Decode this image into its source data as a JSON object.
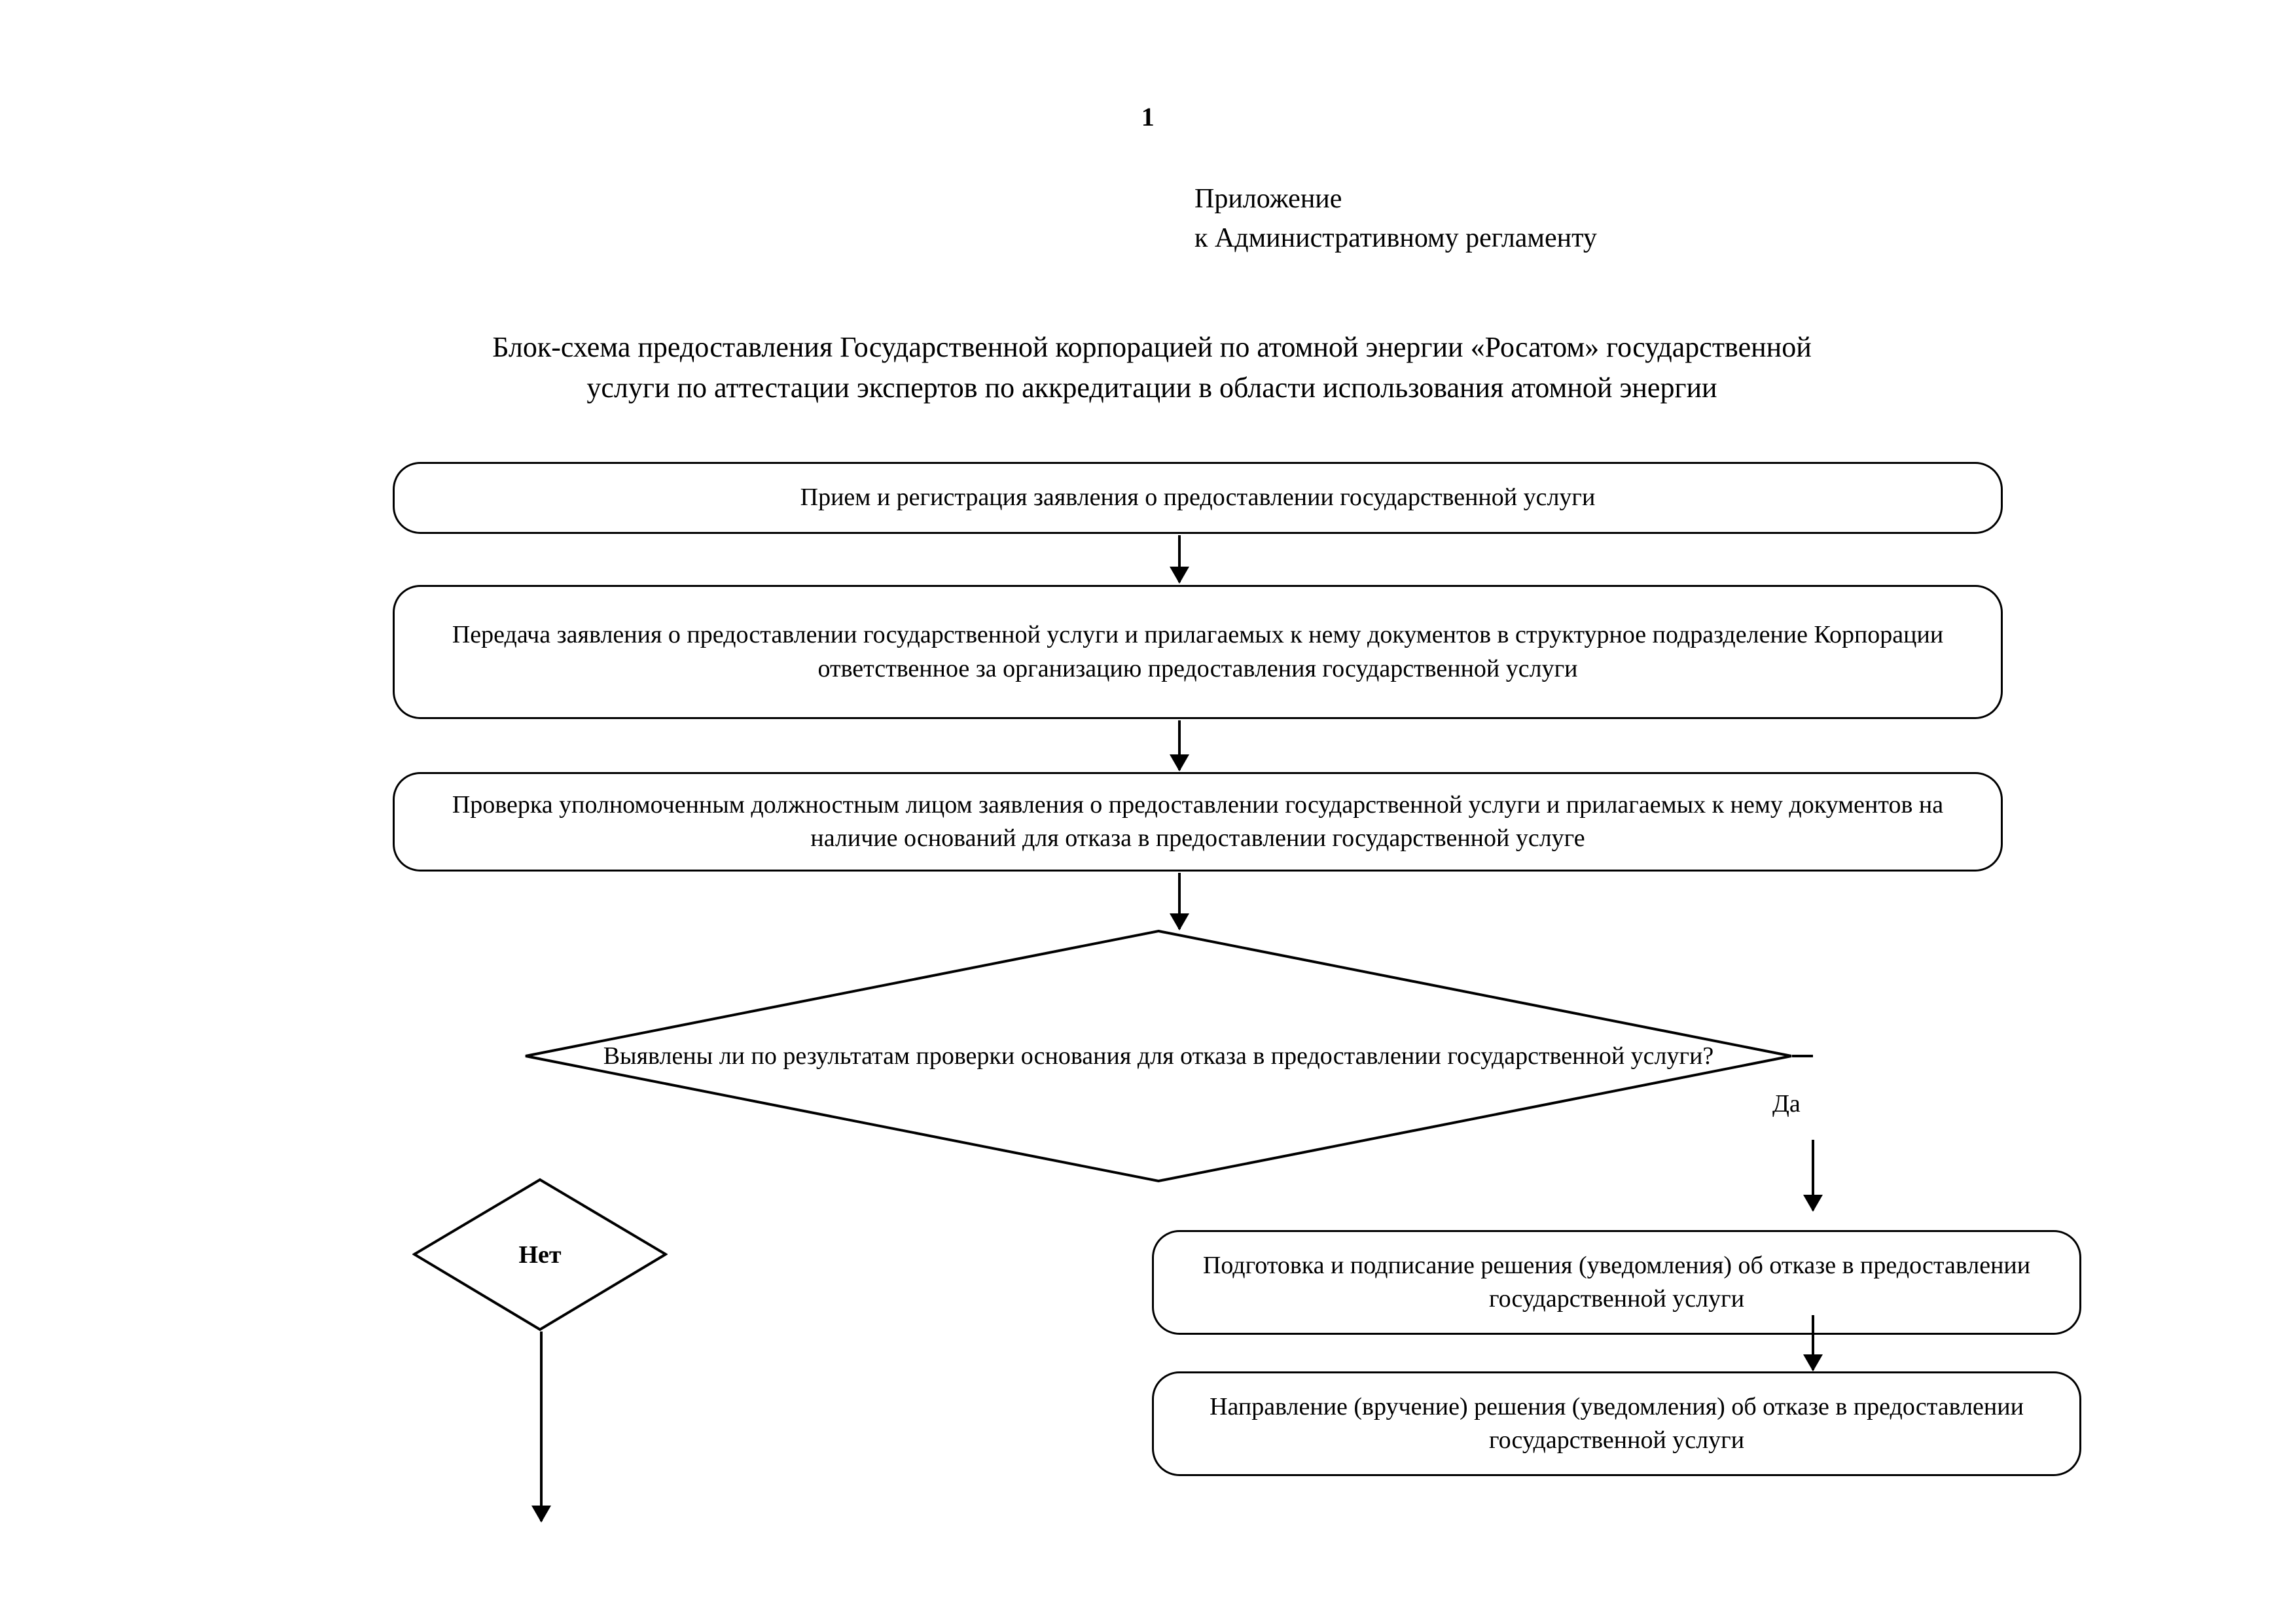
{
  "page": {
    "number": "1"
  },
  "appendix": {
    "line1": "Приложение",
    "line2": "к Административному регламенту"
  },
  "title": {
    "line1": "Блок-схема предоставления Государственной корпорацией по атомной энергии «Росатом» государственной",
    "line2": "услуги по аттестации экспертов по аккредитации в области использования атомной энергии"
  },
  "flowchart": {
    "type": "flowchart",
    "nodes": [
      {
        "id": "intake",
        "shape": "rounded-rect",
        "text": "Прием и регистрация заявления о предоставлении государственной услуги"
      },
      {
        "id": "transfer",
        "shape": "rounded-rect",
        "text": "Передача заявления о предоставлении государственной услуги и прилагаемых к нему документов в структурное подразделение Корпорации ответственное за организацию предоставления государственной услуги"
      },
      {
        "id": "check",
        "shape": "rounded-rect",
        "text": "Проверка уполномоченным должностным лицом заявления о предоставлении государственной услуги и прилагаемых к нему документов на наличие оснований для отказа в предоставлении государственной услуге"
      },
      {
        "id": "decision",
        "shape": "diamond",
        "text": "Выявлены ли по результатам проверки основания для отказа в предоставлении государственной услуги?"
      },
      {
        "id": "no-branch",
        "shape": "diamond",
        "text": "Нет"
      },
      {
        "id": "refusal-prep",
        "shape": "rounded-rect",
        "text": "Подготовка и подписание решения (уведомления) об отказе в предоставлении государственной услуги"
      },
      {
        "id": "refusal-send",
        "shape": "rounded-rect",
        "text": "Направление (вручение) решения (уведомления) об отказе в предоставлении государственной услуги"
      }
    ],
    "edge_labels": {
      "yes": "Да",
      "no": "Нет"
    }
  },
  "colors": {
    "stroke": "#000000",
    "background": "#ffffff"
  }
}
